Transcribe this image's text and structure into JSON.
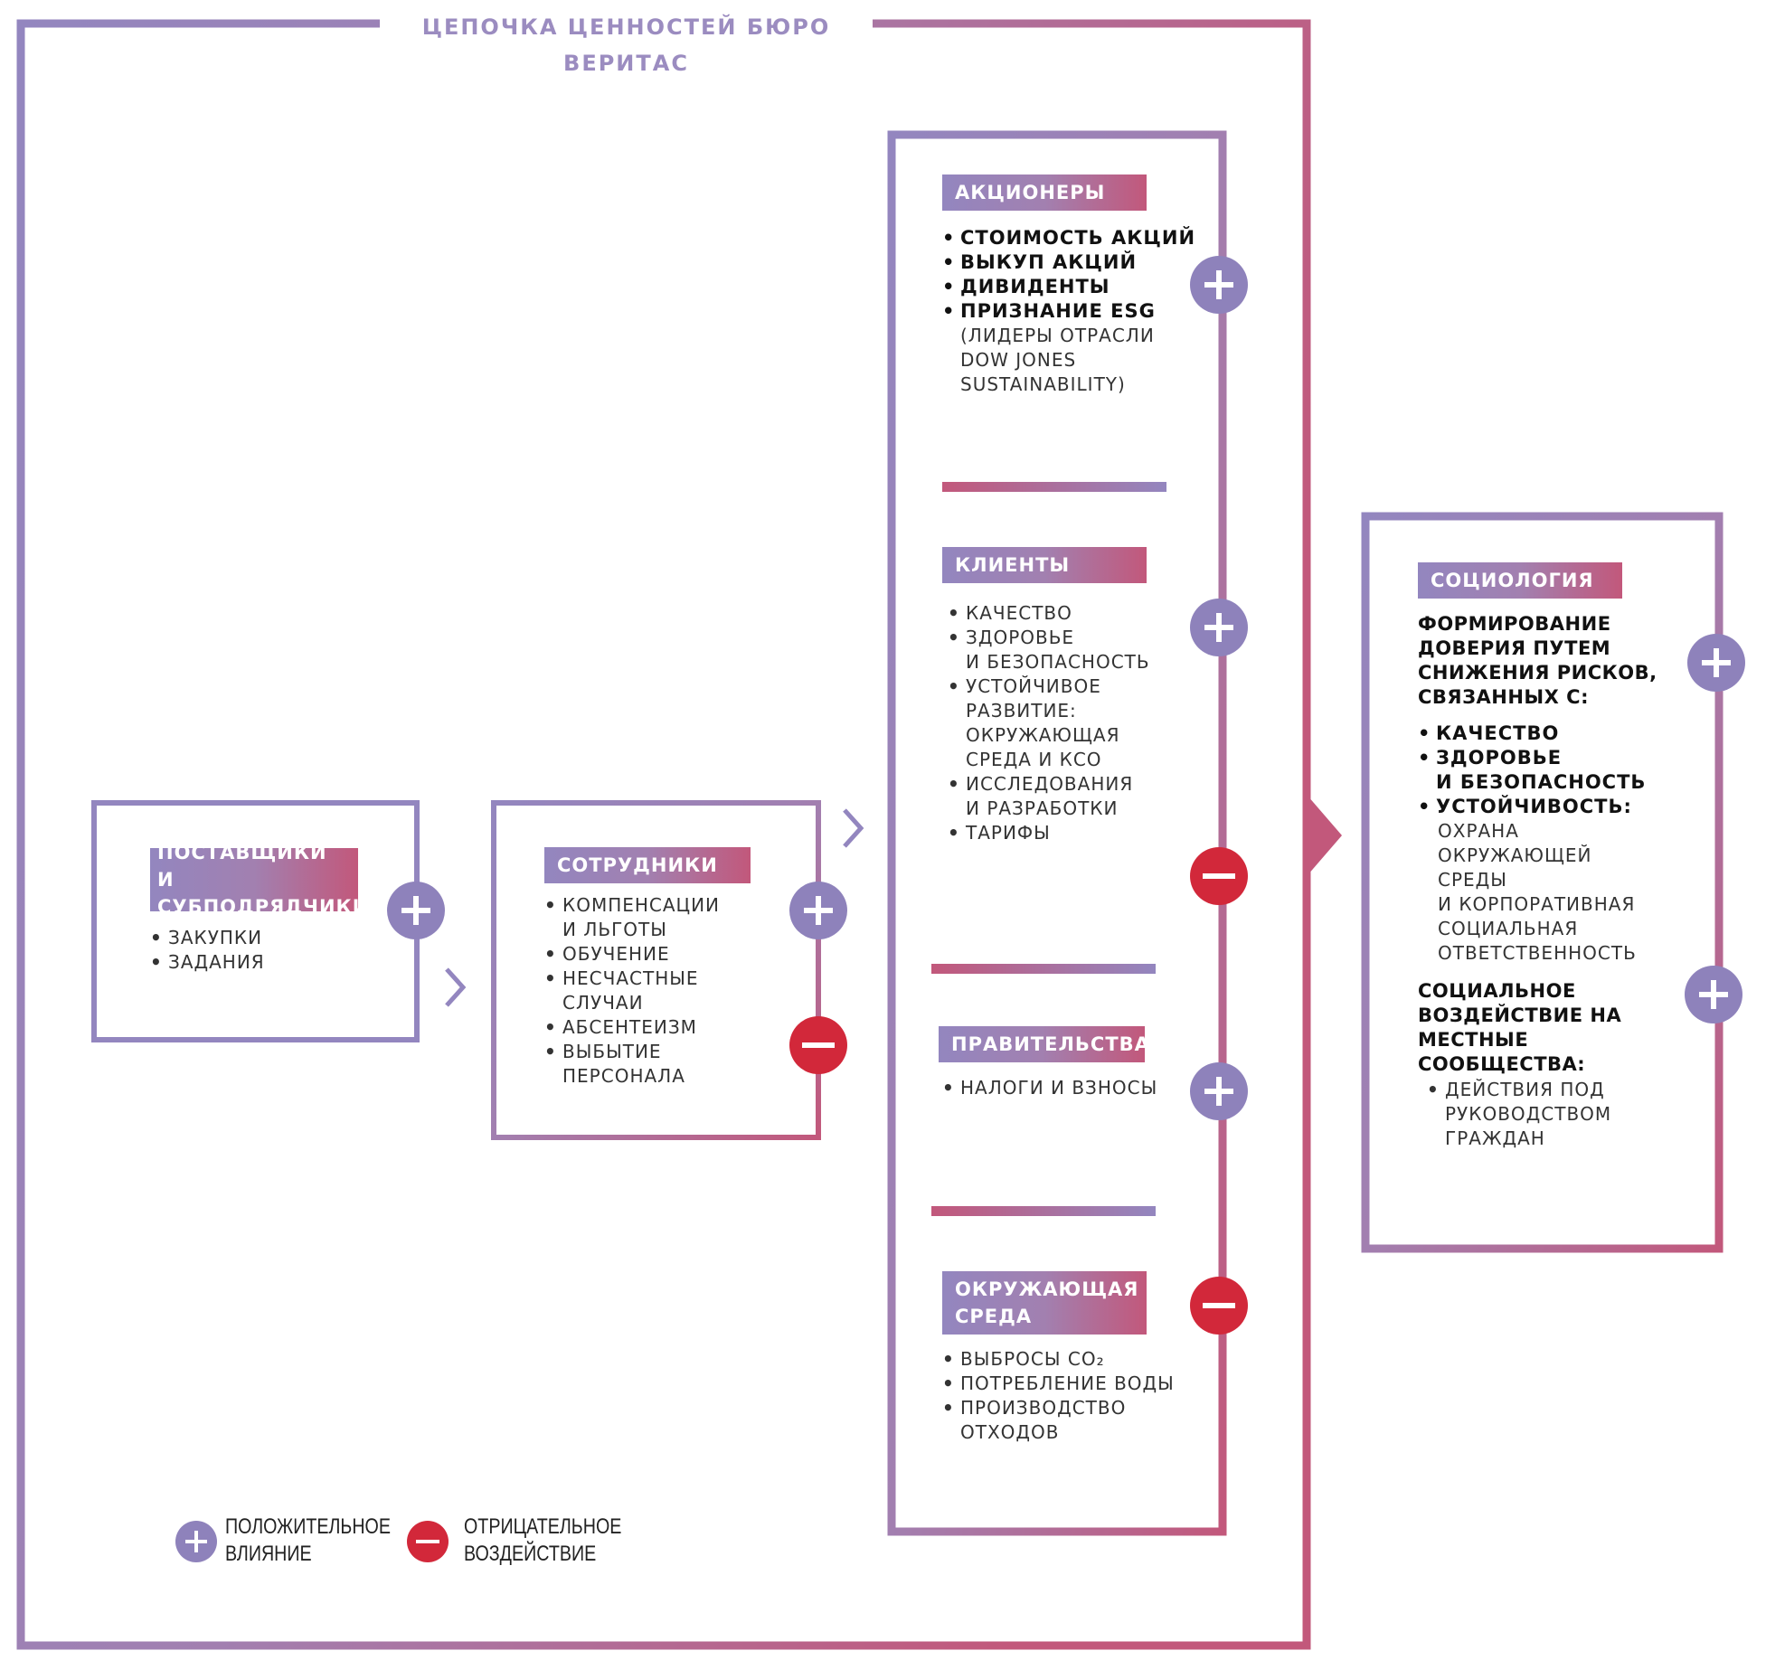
{
  "title": "ЦЕПОЧКА ЦЕННОСТЕЙ БЮРО ВЕРИТАС",
  "colors": {
    "purple": "#8e82bb",
    "pink": "#c2587b",
    "red": "#d2283a"
  },
  "suppliers": {
    "label_line1": "ПОСТАВЩИКИ",
    "label_line2": "И СУБПОДРЯДЧИКИ",
    "items": [
      "ЗАКУПКИ",
      "ЗАДАНИЯ"
    ],
    "impact_icons": [
      "plus-icon"
    ]
  },
  "employees": {
    "label": "СОТРУДНИКИ",
    "items": [
      "КОМПЕНСАЦИИ И ЛЬГОТЫ",
      "ОБУЧЕНИЕ",
      "НЕСЧАСТНЫЕ СЛУЧАИ",
      "АБСЕНТЕИЗМ",
      "ВЫБЫТИЕ ПЕРСОНАЛА"
    ],
    "items_lines": [
      [
        "КОМПЕНСАЦИИ",
        "И ЛЬГОТЫ"
      ],
      [
        "ОБУЧЕНИЕ"
      ],
      [
        "НЕСЧАСТНЫЕ",
        "СЛУЧАИ"
      ],
      [
        "АБСЕНТЕИЗМ"
      ],
      [
        "ВЫБЫТИЕ",
        "ПЕРСОНАЛА"
      ]
    ],
    "impact_icons": [
      "plus-icon",
      "minus-icon"
    ]
  },
  "shareholders": {
    "label": "АКЦИОНЕРЫ",
    "items": [
      "СТОИМОСТЬ АКЦИЙ",
      "ВЫКУП АКЦИЙ",
      "ДИВИДЕНТЫ",
      "ПРИЗНАНИЕ ESG"
    ],
    "note_lines": [
      "(ЛИДЕРЫ ОТРАСЛИ",
      "DOW JONES",
      "SUSTAINABILITY)"
    ],
    "impact_icons": [
      "plus-icon"
    ]
  },
  "clients": {
    "label": "КЛИЕНТЫ",
    "items_lines": [
      [
        "КАЧЕСТВО"
      ],
      [
        "ЗДОРОВЬЕ",
        "И БЕЗОПАСНОСТЬ"
      ],
      [
        "УСТОЙЧИВОЕ",
        "РАЗВИТИЕ:",
        "ОКРУЖАЮЩАЯ",
        "СРЕДА И КСО"
      ],
      [
        "ИССЛЕДОВАНИЯ",
        "И РАЗРАБОТКИ"
      ],
      [
        "ТАРИФЫ"
      ]
    ],
    "impact_icons": [
      "plus-icon",
      "minus-icon"
    ]
  },
  "governments": {
    "label": "ПРАВИТЕЛЬСТВА",
    "items": [
      "НАЛОГИ И ВЗНОСЫ"
    ],
    "impact_icons": [
      "plus-icon"
    ]
  },
  "environment": {
    "label_line1": "ОКРУЖАЮЩАЯ",
    "label_line2": "СРЕДА",
    "items_lines": [
      [
        "ВЫБРОСЫ CO₂"
      ],
      [
        "ПОТРЕБЛЕНИЕ ВОДЫ"
      ],
      [
        "ПРОИЗВОДСТВО",
        "ОТХОДОВ"
      ]
    ],
    "impact_icons": [
      "minus-icon"
    ]
  },
  "sociology": {
    "label": "СОЦИОЛОГИЯ",
    "heading1_lines": [
      "ФОРМИРОВАНИЕ",
      "ДОВЕРИЯ ПУТЕМ",
      "СНИЖЕНИЯ РИСКОВ,",
      "СВЯЗАННЫХ С:"
    ],
    "items_lines": [
      [
        "КАЧЕСТВО"
      ],
      [
        "ЗДОРОВЬЕ",
        "И БЕЗОПАСНОСТЬ"
      ],
      [
        "УСТОЙЧИВОСТЬ:"
      ]
    ],
    "sub_lines": [
      "ОХРАНА",
      "ОКРУЖАЮЩЕЙ",
      "СРЕДЫ",
      "И КОРПОРАТИВНАЯ",
      "СОЦИАЛЬНАЯ",
      "ОТВЕТСТВЕННОСТЬ"
    ],
    "heading2_lines": [
      "СОЦИАЛЬНОЕ",
      "ВОЗДЕЙСТВИЕ НА",
      "МЕСТНЫЕ",
      "СООБЩЕСТВА:"
    ],
    "items2_lines": [
      [
        "ДЕЙСТВИЯ ПОД",
        "РУКОВОДСТВОМ",
        "ГРАЖДАН"
      ]
    ],
    "impact_icons": [
      "plus-icon",
      "plus-icon"
    ]
  },
  "legend": {
    "positive_line1": "ПОЛОЖИТЕЛЬНОЕ",
    "positive_line2": "ВЛИЯНИЕ",
    "negative_line1": "ОТРИЦАТЕЛЬНОЕ",
    "negative_line2": "ВОЗДЕЙСТВИЕ"
  }
}
